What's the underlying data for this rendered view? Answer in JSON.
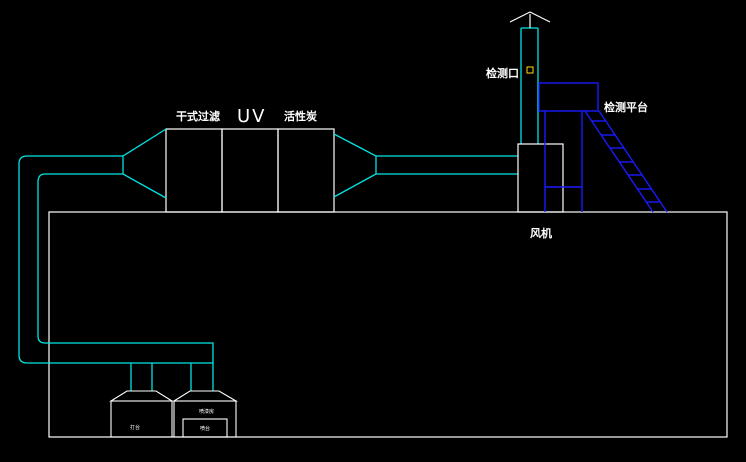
{
  "labels": {
    "dry_filter": "干式过滤",
    "uv": "UV",
    "activated_carbon": "活性炭",
    "sampling_port": "检测口",
    "platform": "检测平台",
    "fan": "风机",
    "booth_left": "打台",
    "booth_right_top": "喷漆房",
    "booth_right_bottom": "喷台"
  },
  "colors": {
    "background": "#000000",
    "outline": "#ffffff",
    "duct": "#00e5e5",
    "platform": "#1a1aff",
    "port": "#ffd700"
  }
}
